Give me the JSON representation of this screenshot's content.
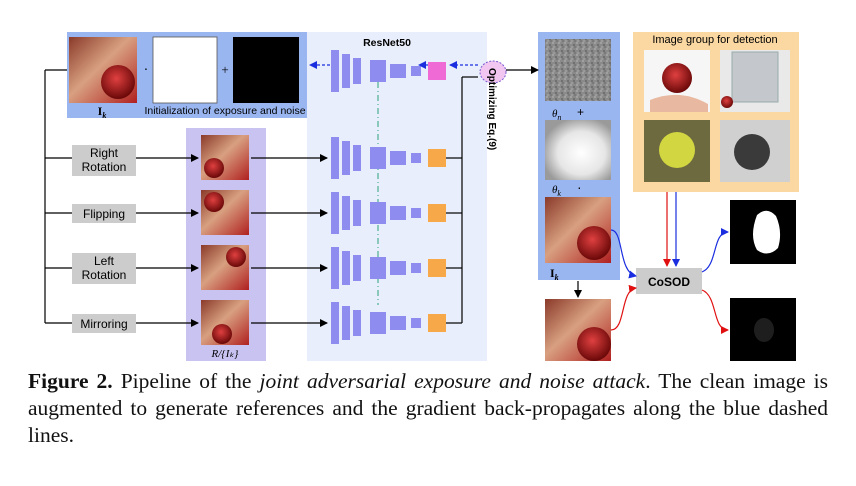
{
  "figure": {
    "input_label": "I",
    "input_label_sub": "k",
    "init_label": "Initialization of exposure and noise",
    "dot_op": "·",
    "plus_op": "+",
    "resnet_label": "ResNet50",
    "optimizing_label": "Optimizing Eq.(9)",
    "image_group_label": "Image group for detection",
    "theta_n": "θ",
    "theta_n_sub": "n",
    "theta_k": "θ",
    "theta_k_sub": "k",
    "output_label": "I",
    "output_label_sub": "k",
    "transform_set_label": "R/{I_k}",
    "cosod_label": "CoSOD",
    "augmentations": [
      "Right\nRotation",
      "Flipping",
      "Left\nRotation",
      "Mirroring"
    ],
    "colors": {
      "input_panel": "#9ab6f0",
      "resnet_panel": "#e8eefc",
      "purple_panel": "#c9c3f2",
      "image_group_panel": "#fbd8a2",
      "layer_block": "#8f8cf0",
      "pink_node": "#f06ad6",
      "orange_node": "#f7a94a",
      "gray_box": "#cccccc",
      "arrow_blue": "#1a2ee0",
      "arrow_red": "#e01010"
    }
  },
  "caption": {
    "label": "Figure 2.",
    "text_pre": " Pipeline of the ",
    "text_italic": "joint adversarial exposure and noise attack",
    "text_post": ". The clean image is augmented to generate references and the gradient back-propagates along the blue dashed lines."
  }
}
